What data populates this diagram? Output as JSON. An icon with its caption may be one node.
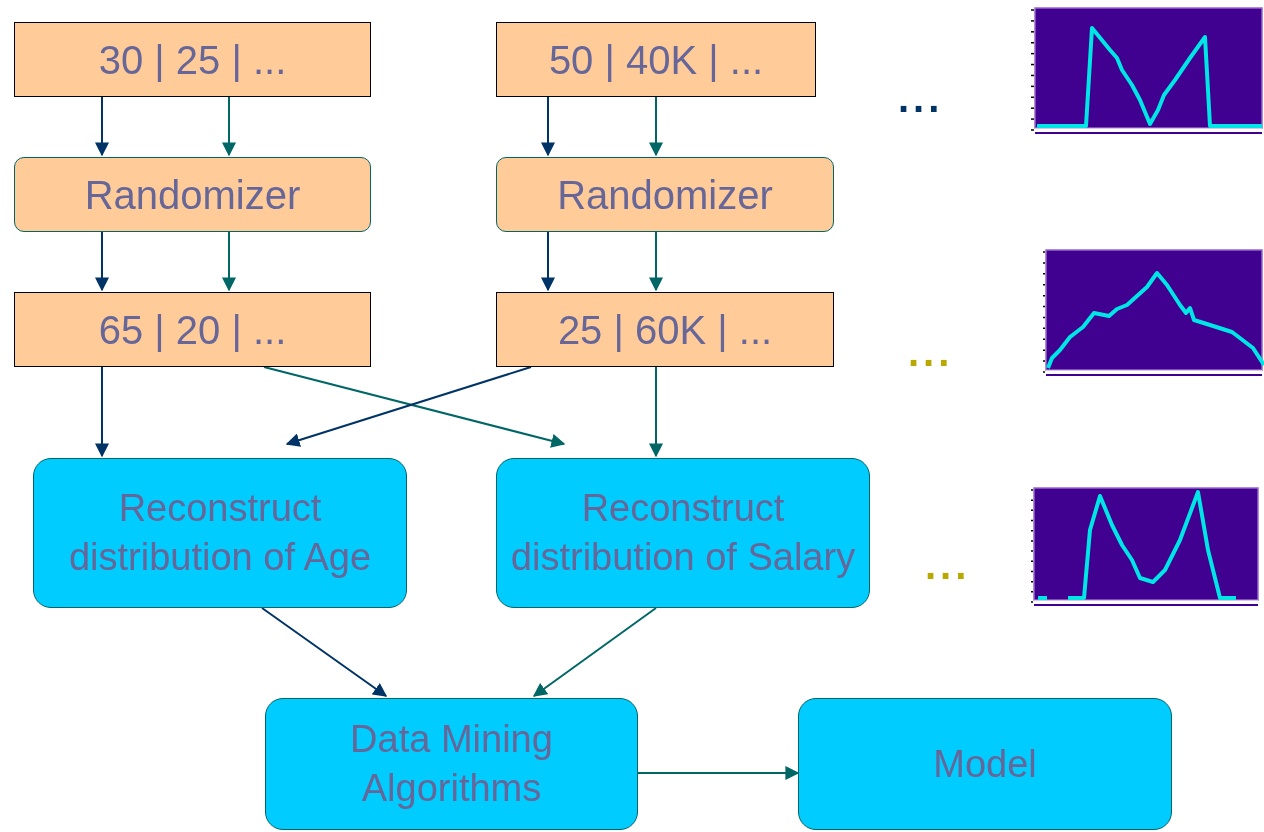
{
  "diagram": {
    "nodes": [
      {
        "text": [
          "30 | 25 | ..."
        ]
      },
      {
        "text": [
          "50 | 40K | ..."
        ]
      },
      {
        "text": [
          "Randomizer"
        ]
      },
      {
        "text": [
          "Randomizer"
        ]
      },
      {
        "text": [
          "65 | 20 | ..."
        ]
      },
      {
        "text": [
          "25 | 60K | ..."
        ]
      },
      {
        "text": [
          "Reconstruct distribution of Age"
        ]
      },
      {
        "text": [
          "Reconstruct distribution of Salary"
        ]
      },
      {
        "text": [
          "Data Mining Algorithms"
        ]
      },
      {
        "text": [
          "Model"
        ]
      }
    ],
    "edges": [
      {
        "from": 0,
        "to": 2,
        "arrow": "to",
        "color": "#003366"
      },
      {
        "from": 0,
        "to": 2,
        "arrow": "to"
      },
      {
        "from": 1,
        "to": 3,
        "arrow": "to",
        "color": "#003366"
      },
      {
        "from": 1,
        "to": 3,
        "arrow": "to"
      },
      {
        "from": 2,
        "to": 4,
        "arrow": "to",
        "color": "#003366"
      },
      {
        "from": 2,
        "to": 4,
        "arrow": "to"
      },
      {
        "from": 3,
        "to": 5,
        "arrow": "to",
        "color": "#003366"
      },
      {
        "from": 3,
        "to": 5,
        "arrow": "to"
      },
      {
        "from": 4,
        "to": 6,
        "arrow": "to",
        "color": "#003366"
      },
      {
        "from": 4,
        "to": 7,
        "arrow": "to"
      },
      {
        "from": 5,
        "to": 6,
        "arrow": "to",
        "color": "#003366"
      },
      {
        "from": 5,
        "to": 7,
        "arrow": "to"
      },
      {
        "from": 6,
        "to": 8,
        "arrow": "to",
        "color": "#003366"
      },
      {
        "from": 7,
        "to": 8,
        "arrow": "to"
      },
      {
        "from": 8,
        "to": 9,
        "arrow": "to"
      }
    ],
    "labels": [
      "...",
      "...",
      "..."
    ]
  }
}
